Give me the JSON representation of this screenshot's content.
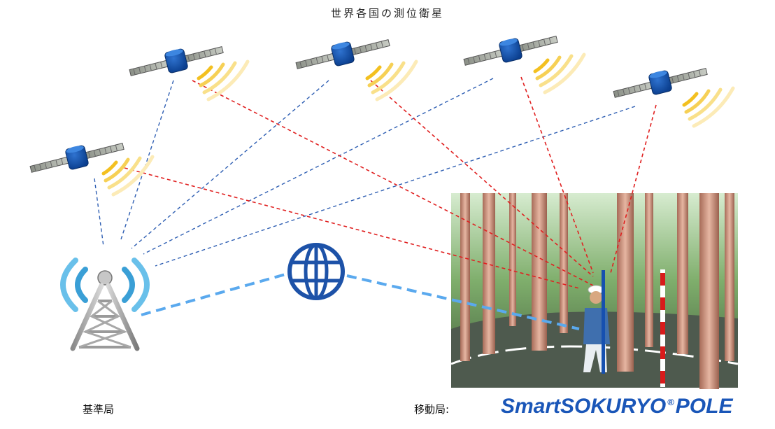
{
  "title": "世界各国の測位衛星",
  "base_label": "基準局",
  "rover_label": "移動局:",
  "brand": {
    "name": "SmartSOKURYO",
    "mark": "®",
    "suffix": "POLE"
  },
  "colors": {
    "signal_base": "#2f5fb3",
    "signal_rover": "#e02020",
    "link": "#5aa9ee",
    "brand": "#1a56b8"
  },
  "icons": [
    "satellite-icon",
    "radio-tower-icon",
    "globe-icon",
    "surveyor-icon"
  ]
}
